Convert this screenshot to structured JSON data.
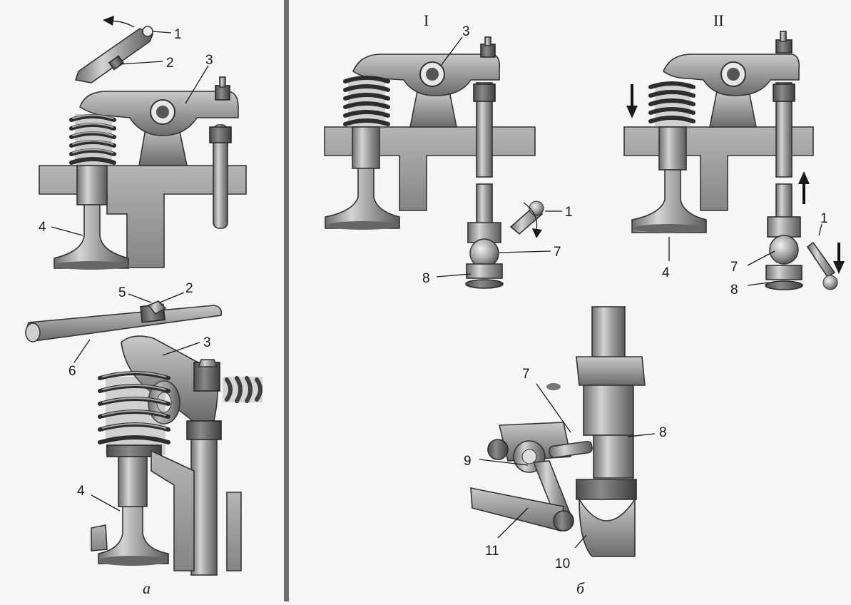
{
  "panel_a": {
    "caption": "а",
    "labels": [
      "1",
      "2",
      "3",
      "4",
      "5",
      "2",
      "6",
      "3",
      "4"
    ]
  },
  "panel_b": {
    "caption": "б",
    "stage_I": {
      "title": "I",
      "labels": [
        "3",
        "1",
        "7",
        "8"
      ]
    },
    "stage_II": {
      "title": "II",
      "labels": [
        "1",
        "7",
        "8",
        "4"
      ]
    },
    "detail": {
      "labels": [
        "7",
        "8",
        "9",
        "11",
        "10"
      ]
    }
  },
  "colors": {
    "background": "#f7f6f6",
    "divider": "#6e6e6e",
    "metal": "#9a9a9a"
  }
}
